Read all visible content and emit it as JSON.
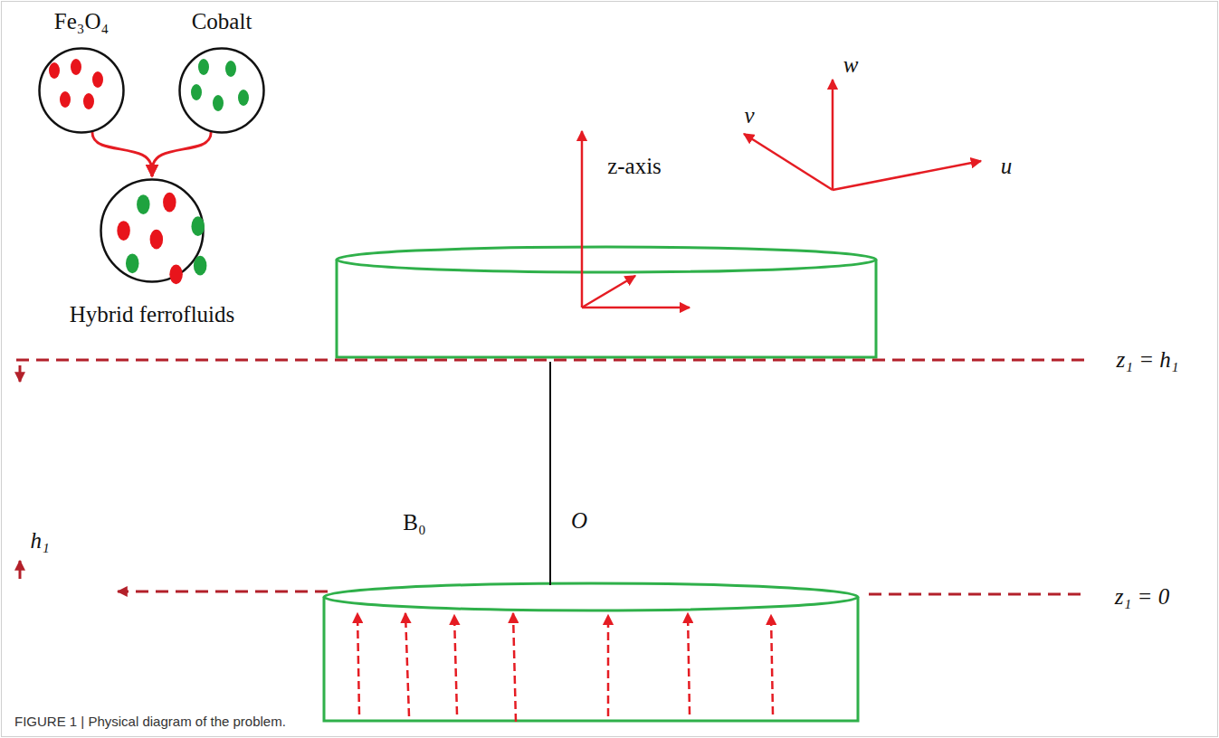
{
  "diagram": {
    "caption": "FIGURE 1 | Physical diagram of the problem.",
    "nodes": [
      {
        "text": [
          "Fe₃O₄"
        ]
      },
      {
        "text": [
          "Cobalt"
        ]
      },
      {
        "text": [
          "Hybrid ferrofluids"
        ]
      }
    ],
    "edges": [
      {
        "from": 0,
        "to": 2,
        "arrow": "to"
      },
      {
        "from": 1,
        "to": 2,
        "arrow": "to"
      }
    ],
    "labels": [
      "z-axis",
      "w",
      "v",
      "u",
      "z₁ = h₁",
      "h₁",
      "B₀",
      "O",
      "z₁ = 0"
    ]
  }
}
